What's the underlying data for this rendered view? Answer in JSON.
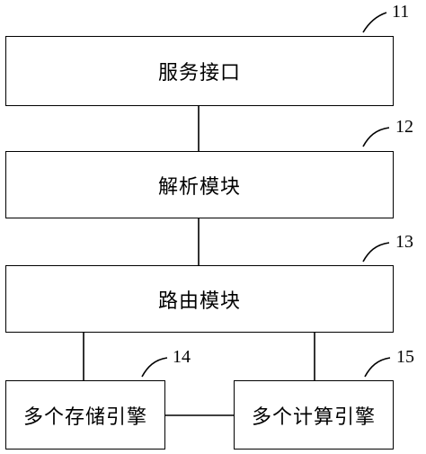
{
  "modules": [
    {
      "label": "服务接口",
      "ref": "11"
    },
    {
      "label": "解析模块",
      "ref": "12"
    },
    {
      "label": "路由模块",
      "ref": "13"
    },
    {
      "label": "多个存储引擎",
      "ref": "14"
    },
    {
      "label": "多个计算引擎",
      "ref": "15"
    }
  ]
}
